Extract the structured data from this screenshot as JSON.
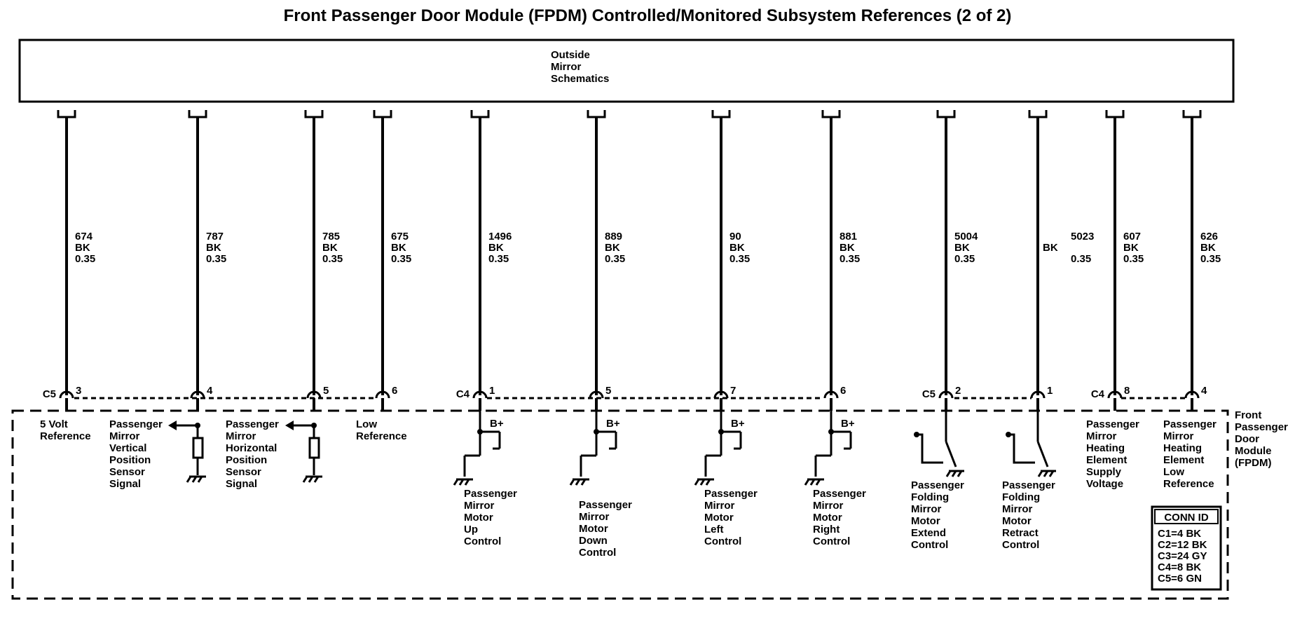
{
  "title": "Front Passenger Door Module (FPDM) Controlled/Monitored Subsystem References (2 of 2)",
  "top_component": [
    "Outside",
    "Mirror",
    "Schematics"
  ],
  "module": [
    "Front",
    "Passenger",
    "Door",
    "Module",
    "(FPDM)"
  ],
  "supply_label": "B+",
  "conn_id": {
    "title": "CONN ID",
    "rows": [
      "C1=4 BK",
      "C2=12 BK",
      "C3=24 GY",
      "C4=8 BK",
      "C5=6 GN"
    ]
  },
  "wires": [
    {
      "id": "w1",
      "circuit": "674",
      "color": "BK",
      "gauge": "0.35",
      "conn": "C5",
      "pin": "3",
      "label": [
        "5 Volt",
        "Reference"
      ]
    },
    {
      "id": "w2",
      "circuit": "787",
      "color": "BK",
      "gauge": "0.35",
      "pin": "4",
      "label": [
        "Passenger",
        "Mirror",
        "Vertical",
        "Position",
        "Sensor",
        "Signal"
      ]
    },
    {
      "id": "w3",
      "circuit": "785",
      "color": "BK",
      "gauge": "0.35",
      "pin": "5",
      "label": [
        "Passenger",
        "Mirror",
        "Horizontal",
        "Position",
        "Sensor",
        "Signal"
      ]
    },
    {
      "id": "w4",
      "circuit": "675",
      "color": "BK",
      "gauge": "0.35",
      "pin": "6",
      "label": [
        "Low",
        "Reference"
      ]
    },
    {
      "id": "w5",
      "circuit": "1496",
      "color": "BK",
      "gauge": "0.35",
      "conn": "C4",
      "pin": "1",
      "label": [
        "Passenger",
        "Mirror",
        "Motor",
        "Up",
        "Control"
      ]
    },
    {
      "id": "w6",
      "circuit": "889",
      "color": "BK",
      "gauge": "0.35",
      "pin": "5",
      "label": [
        "Passenger",
        "Mirror",
        "Motor",
        "Down",
        "Control"
      ]
    },
    {
      "id": "w7",
      "circuit": "90",
      "color": "BK",
      "gauge": "0.35",
      "pin": "7",
      "label": [
        "Passenger",
        "Mirror",
        "Motor",
        "Left",
        "Control"
      ]
    },
    {
      "id": "w8",
      "circuit": "881",
      "color": "BK",
      "gauge": "0.35",
      "pin": "6",
      "label": [
        "Passenger",
        "Mirror",
        "Motor",
        "Right",
        "Control"
      ]
    },
    {
      "id": "w9",
      "circuit": "5004",
      "color": "BK",
      "gauge": "0.35",
      "conn": "C5",
      "pin": "2",
      "label": [
        "Passenger",
        "Folding",
        "Mirror",
        "Motor",
        "Extend",
        "Control"
      ]
    },
    {
      "id": "w10",
      "circuit": "5023",
      "color": "BK",
      "gauge": "0.35",
      "pin": "1",
      "label": [
        "Passenger",
        "Folding",
        "Mirror",
        "Motor",
        "Retract",
        "Control"
      ]
    },
    {
      "id": "w11",
      "circuit": "607",
      "color": "BK",
      "gauge": "0.35",
      "conn": "C4",
      "pin": "8",
      "label": [
        "Passenger",
        "Mirror",
        "Heating",
        "Element",
        "Supply",
        "Voltage"
      ]
    },
    {
      "id": "w12",
      "circuit": "626",
      "color": "BK",
      "gauge": "0.35",
      "pin": "4",
      "label": [
        "Passenger",
        "Mirror",
        "Heating",
        "Element",
        "Low",
        "Reference"
      ]
    }
  ]
}
